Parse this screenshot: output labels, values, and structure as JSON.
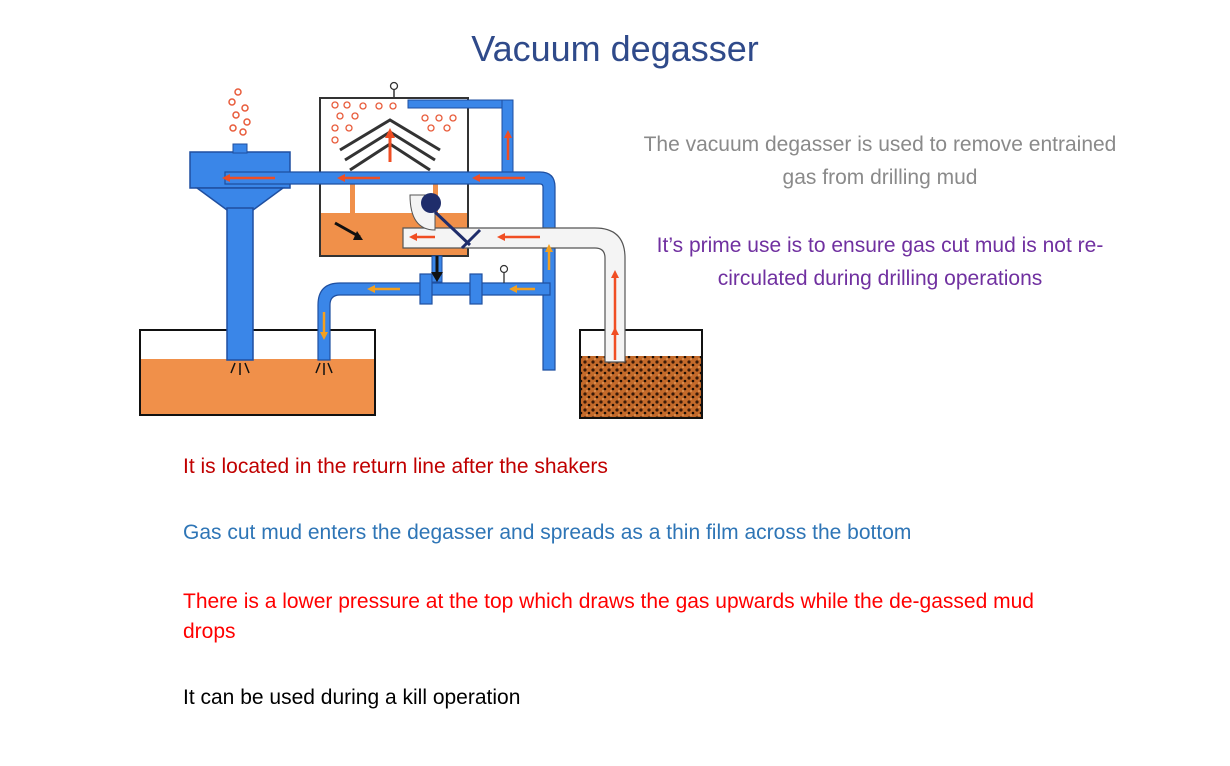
{
  "title": "Vacuum degasser",
  "description": {
    "main_purpose": "The vacuum degasser is used to remove entrained gas from drilling mud",
    "prime_use": "It’s prime use is to ensure gas cut mud is not re-circulated during drilling operations"
  },
  "bullets": [
    "It is located in the return line after the shakers",
    "Gas cut mud enters the degasser and spreads as a thin film across the bottom",
    "There is a lower pressure at the top which draws the gas upwards while the de-gassed mud drops",
    "It can be used during a kill operation"
  ],
  "colors": {
    "title": "#2f4a8a",
    "pipe": "#3a86e8",
    "mud": "#f0904a",
    "arrow": "#f04e23",
    "arrow_down": "#f3a020",
    "gas_bubble": "#e85b3a",
    "valve": "#1f2d6b"
  },
  "icons": [
    "gas-bubble-icon",
    "pressure-gauge-icon",
    "flow-arrow-icon",
    "float-ball-icon"
  ]
}
